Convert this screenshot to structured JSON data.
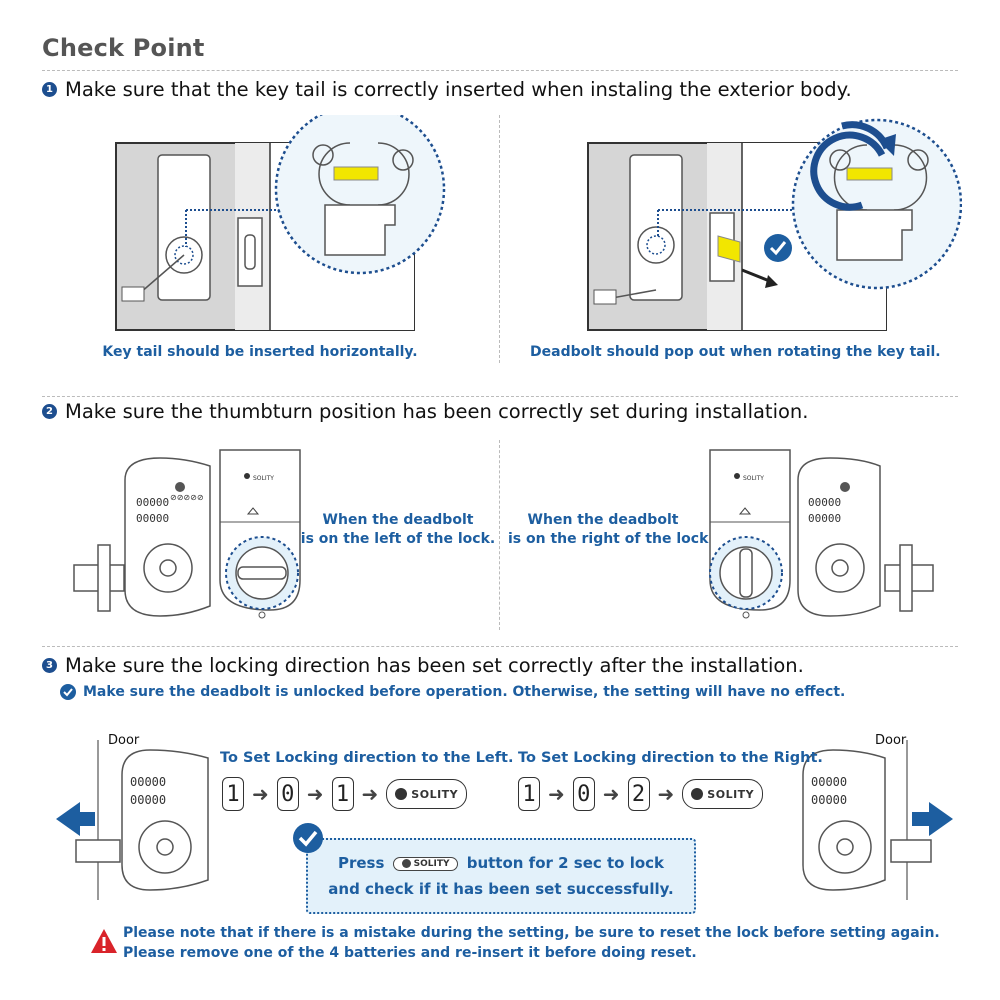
{
  "title": "Check Point",
  "steps": [
    {
      "num": "1",
      "text": "Make sure that the key tail is correctly inserted when instaling the exterior body."
    },
    {
      "num": "2",
      "text": "Make sure the thumbturn position has been correctly set during installation."
    },
    {
      "num": "3",
      "text": "Make sure the locking direction has been set correctly after the installation."
    }
  ],
  "step1": {
    "caption_left": "Key tail should be inserted horizontally.",
    "caption_right": "Deadbolt should pop out when rotating the key tail."
  },
  "step2": {
    "caption_left_1": "When the deadbolt",
    "caption_left_2": "is on the left of the lock.",
    "caption_right_1": "When the deadbolt",
    "caption_right_2": "is on the right of the lock.",
    "brand": "SOLITY"
  },
  "step3": {
    "note": "Make sure the deadbolt is unlocked before operation. Otherwise, the setting will have no effect.",
    "door_left": "Door",
    "door_right": "Door",
    "seq_left_title": "To Set Locking direction to the Left.",
    "seq_right_title": "To Set Locking direction to the Right.",
    "seq_left": [
      "1",
      "0",
      "1"
    ],
    "seq_right": [
      "1",
      "0",
      "2"
    ],
    "brand_button": "SOLITY",
    "callout_press": "Press",
    "callout_rest": "button for 2 sec to lock",
    "callout_line2": "and check if it has been set successfully.",
    "warning_1": "Please note that if there is a mistake during the setting, be sure to reset the lock before setting again.",
    "warning_2": "Please remove one of the 4 batteries and re-insert it before doing reset."
  },
  "colors": {
    "accent": "#1d5ea0",
    "dark_blue": "#1d4e8f",
    "warning": "#d9232a",
    "highlight": "#f2e600"
  }
}
